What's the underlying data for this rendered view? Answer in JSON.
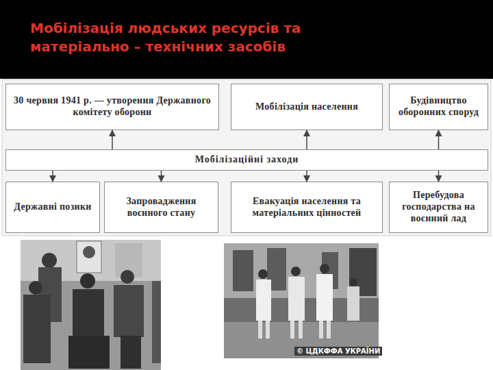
{
  "diagram": {
    "title": "Мобілізація людських ресурсів та матеріально – технічних засобів",
    "nodes": [
      {
        "text": [
          "30 червня 1941 р. — утворення Державного комітету оборони"
        ]
      },
      {
        "text": [
          "Мобілізація населення"
        ]
      },
      {
        "text": [
          "Будівництво оборонних споруд"
        ]
      },
      {
        "text": [
          "Мобілізаційні заходи"
        ]
      },
      {
        "text": [
          "Державні позики"
        ]
      },
      {
        "text": [
          "Запровадження воєнного стану"
        ]
      },
      {
        "text": [
          "Евакуація населення та матеріальних цінностей"
        ]
      },
      {
        "text": [
          "Перебудова господарства на воєнний лад"
        ]
      }
    ],
    "edges": [
      {
        "from": 3,
        "to": 0,
        "arrow": "to"
      },
      {
        "from": 3,
        "to": 1,
        "arrow": "to"
      },
      {
        "from": 3,
        "to": 2,
        "arrow": "to"
      },
      {
        "from": 3,
        "to": 4,
        "arrow": "to"
      },
      {
        "from": 3,
        "to": 5,
        "arrow": "to"
      },
      {
        "from": 3,
        "to": 6,
        "arrow": "to"
      },
      {
        "from": 3,
        "to": 7,
        "arrow": "to"
      }
    ],
    "labels": [
      "© ЦДКФФА УКРАЇНИ"
    ]
  }
}
